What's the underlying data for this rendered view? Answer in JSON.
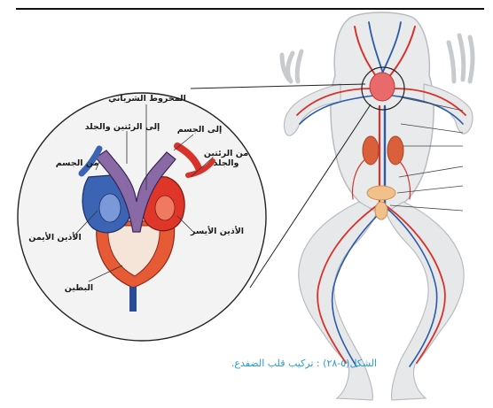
{
  "labels": {
    "conus_arteriosus": "المخروط الشرياني",
    "to_lungs_skin": "إلى الرئتين والجلد",
    "to_body": "إلى الجسم",
    "from_body": "من الجسم",
    "from_lungs_skin": "من الرئتين والجلد",
    "right_atrium": "الأذين الأيمن",
    "left_atrium": "الأذين الأيسر",
    "ventricle": "البطين"
  },
  "caption": "الشكل(٥-٢٨) : تركيب قلب الضفدع.",
  "colors": {
    "artery_red": "#d8322b",
    "vein_blue": "#2a5aa8",
    "conus_purple": "#8a6aa6",
    "caption_blue": "#2a9ad6",
    "frog_body": "#e6e8ea"
  }
}
